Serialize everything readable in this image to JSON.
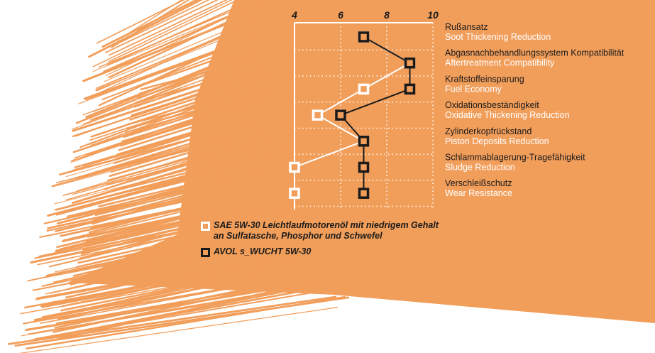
{
  "colors": {
    "background": "#F29E5B",
    "series_white": "#FFFFFF",
    "series_black": "#1A1A1A"
  },
  "chart_data": {
    "type": "line",
    "orientation": "horizontal-values-vertical-categories",
    "xlim": [
      4,
      10
    ],
    "x_ticks": [
      "4",
      "6",
      "8",
      "10"
    ],
    "grid": true,
    "legend_placement": "bottom-left",
    "categories": [
      {
        "de": "Rußansatz",
        "en": "Soot Thickening Reduction"
      },
      {
        "de": "Abgasnachbehandlungssystem Kompatibilität",
        "en": "Aftertreatment Compatibility"
      },
      {
        "de": "Kraftstoffeinsparung",
        "en": "Fuel Economy"
      },
      {
        "de": "Oxidationsbeständigkeit",
        "en": "Oxidative Thickening Reduction"
      },
      {
        "de": "Zylinderkopfrückstand",
        "en": "Piston Deposits Reduction"
      },
      {
        "de": "Schlammablagerung-Tragefähigkeit",
        "en": "Sludge Reduction"
      },
      {
        "de": "Verschleißschutz",
        "en": "Wear Resistance"
      }
    ],
    "series": [
      {
        "name": "SAE 5W-30 Leichtlaufmotorenöl mit niedrigem Gehalt an Sulfatasche, Phosphor und Schwefel",
        "color": "#FFFFFF",
        "values": [
          7,
          9,
          7,
          5,
          7,
          4,
          4
        ]
      },
      {
        "name": "AVOL s_WUCHT 5W-30",
        "color": "#1A1A1A",
        "values": [
          7,
          9,
          9,
          6,
          7,
          7,
          7
        ]
      }
    ]
  }
}
